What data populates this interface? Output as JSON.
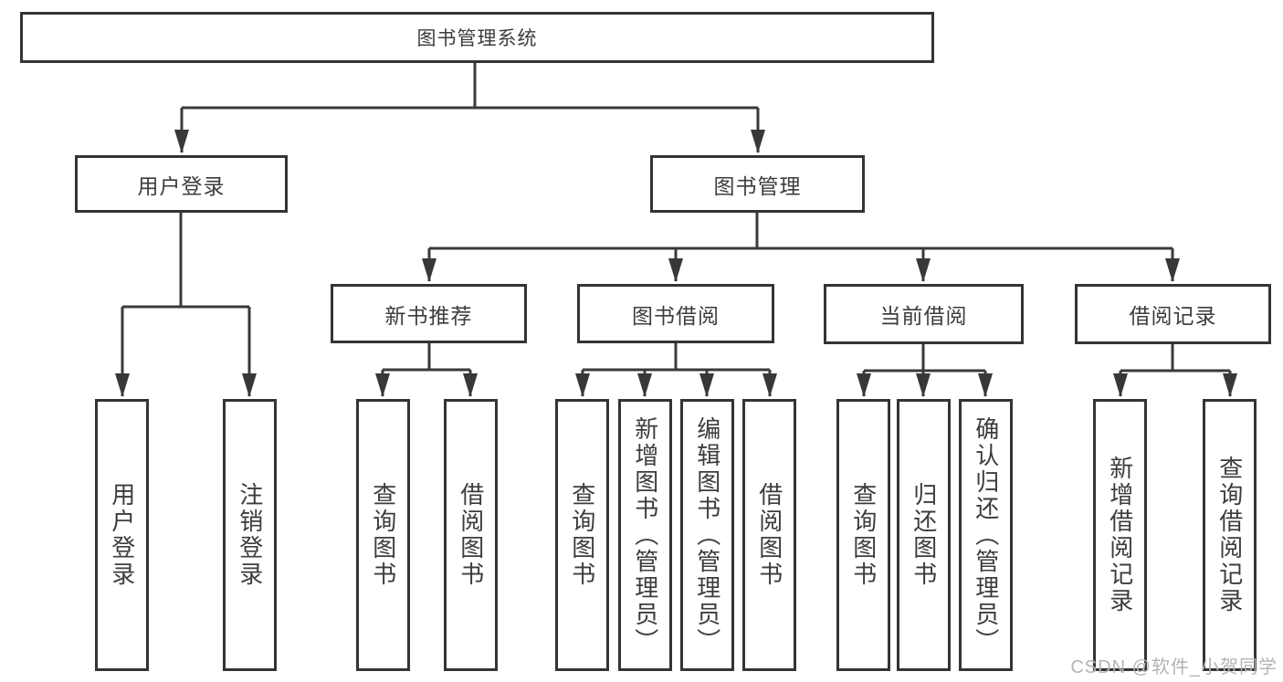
{
  "tree": {
    "root": "图书管理系统",
    "branches": {
      "user_login": {
        "label": "用户登录",
        "children": [
          "用户登录",
          "注销登录"
        ]
      },
      "book_management": {
        "label": "图书管理",
        "children": {
          "new_book": {
            "label": "新书推荐",
            "children": [
              "查询图书",
              "借阅图书"
            ]
          },
          "borrow": {
            "label": "图书借阅",
            "children": [
              "查询图书",
              "新增图书（管理员）",
              "编辑图书（管理员）",
              "借阅图书"
            ]
          },
          "current": {
            "label": "当前借阅",
            "children": [
              "查询图书",
              "归还图书",
              "确认归还（管理员）"
            ]
          },
          "records": {
            "label": "借阅记录",
            "children": [
              "新增借阅记录",
              "查询借阅记录"
            ]
          }
        }
      }
    }
  },
  "watermark": {
    "text": "CSDN @软件_小贺同学"
  },
  "colors": {
    "box_border": "#343434",
    "connector_line": "#3a3a3a",
    "text": "#3c3c3c",
    "watermark": "#b4b4b4",
    "background": "#ffffff"
  }
}
